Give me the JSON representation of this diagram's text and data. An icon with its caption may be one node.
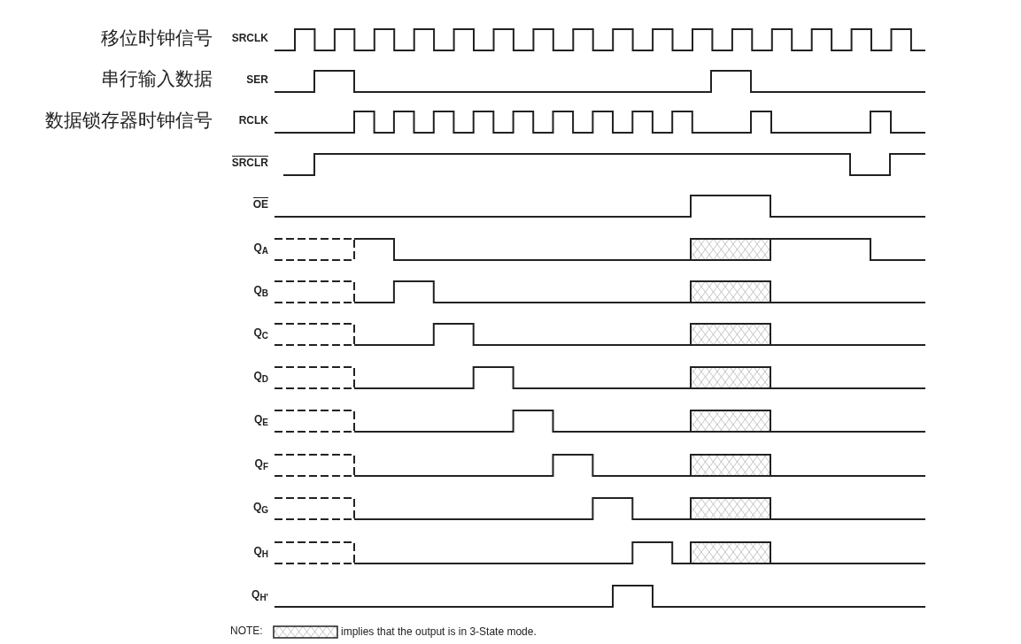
{
  "diagram": {
    "labels": [
      "移位时钟信号",
      "SRCLK",
      "串行输入数据",
      "SER",
      "数据锁存器时钟信号",
      "RCLK",
      "SRCLR",
      "OE",
      "Q$_{A}$",
      "Q$_{B}$",
      "Q$_{C}$",
      "Q$_{D}$",
      "Q$_{E}$",
      "Q$_{F}$",
      "Q$_{G}$",
      "Q$_{H}$",
      "Q$_{H'}$",
      "NOTE:"
    ],
    "legend": [
      {
        "text": "implies that the output is in 3-State mode."
      }
    ]
  }
}
